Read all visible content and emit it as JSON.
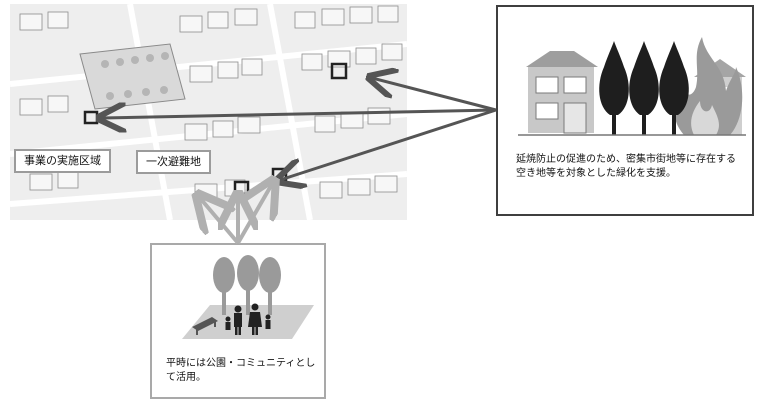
{
  "map": {
    "label_project_area": "事業の実施区域",
    "label_evacuation": "一次避難地"
  },
  "right_panel": {
    "caption": "延焼防止の促進のため、密集市街地等に存在する空き地等を対象とした緑化を支援。"
  },
  "bottom_panel": {
    "caption": "平時には公園・コミュニティとして活用。"
  },
  "colors": {
    "arrow_dark": "#555555",
    "arrow_gray": "#b0b0b0",
    "border_dark": "#3f3f3f",
    "border_gray": "#a9a9a9",
    "fire": "#9a9a9a",
    "tree": "#1e1e1e"
  }
}
